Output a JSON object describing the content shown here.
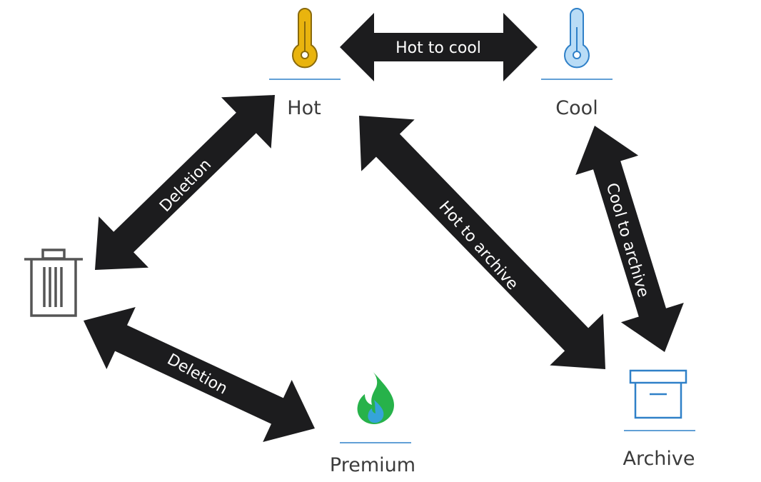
{
  "nodes": {
    "hot": {
      "label": "Hot",
      "icon": "thermometer-hot-icon",
      "color": "#e9b40e"
    },
    "cool": {
      "label": "Cool",
      "icon": "thermometer-cool-icon",
      "color": "#b9dcf6"
    },
    "archive": {
      "label": "Archive",
      "icon": "archive-box-icon",
      "color": "#2f80c8"
    },
    "premium": {
      "label": "Premium",
      "icon": "flame-icon",
      "color": "#27b24a"
    },
    "deletion": {
      "label": "",
      "icon": "trash-can-icon",
      "color": "#555555"
    }
  },
  "edges": {
    "hot_cool": {
      "label": "Hot to cool"
    },
    "hot_deletion": {
      "label": "Deletion"
    },
    "hot_archive": {
      "label": "Hot to archive"
    },
    "cool_archive": {
      "label": "Cool to archive"
    },
    "premium_deletion": {
      "label": "Deletion"
    }
  },
  "colors": {
    "arrow": "#1c1c1e",
    "underline": "#2f80c8"
  }
}
